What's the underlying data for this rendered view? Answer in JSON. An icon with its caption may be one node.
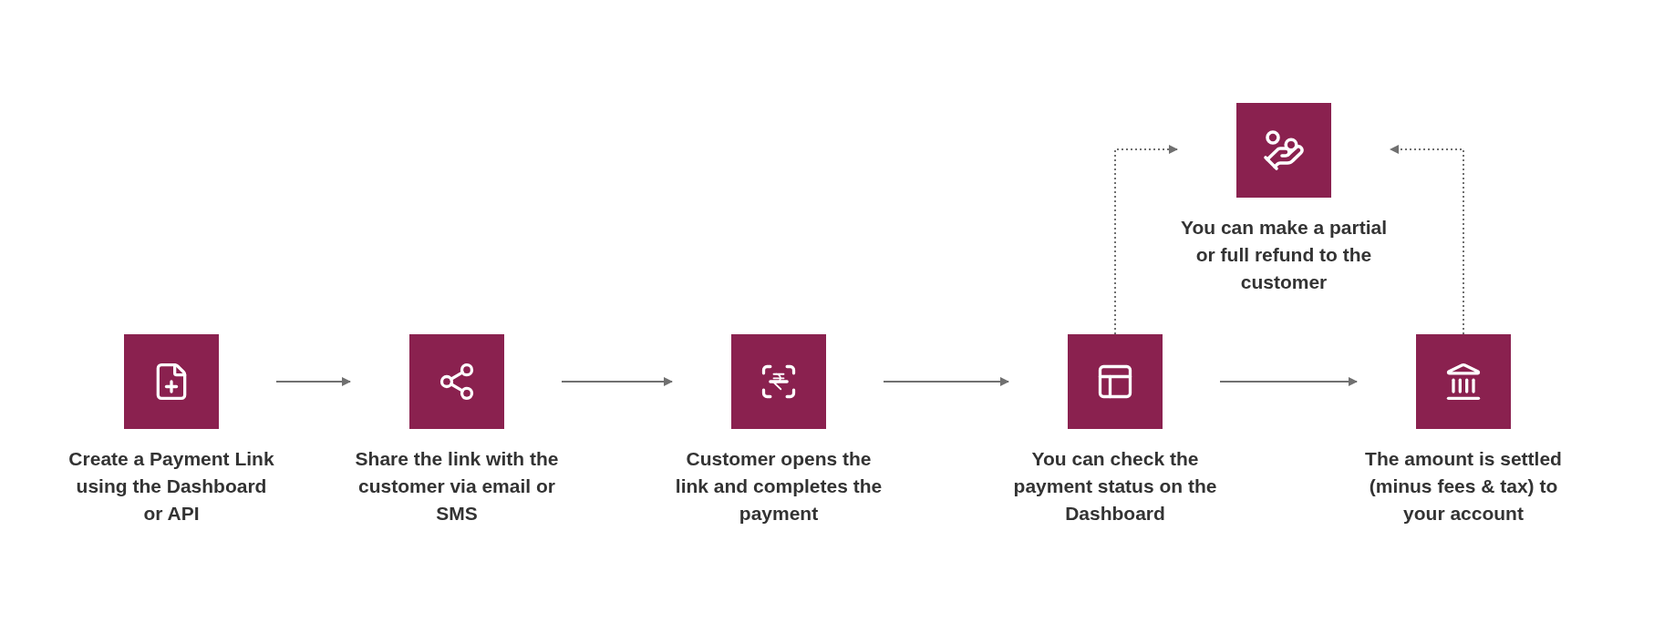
{
  "diagram": {
    "nodes": [
      {
        "text": [
          "Create a Payment Link using the Dashboard or API"
        ]
      },
      {
        "text": [
          "Share the link with the customer via email or SMS"
        ]
      },
      {
        "text": [
          "Customer opens the link and completes the payment"
        ]
      },
      {
        "text": [
          "You can check the payment status on the Dashboard"
        ]
      },
      {
        "text": [
          "The amount is settled (minus fees & tax) to your account"
        ]
      },
      {
        "text": [
          "You can make a partial or full refund to the customer"
        ]
      }
    ],
    "edges": [
      {
        "from": 0,
        "to": 1,
        "arrow": "to"
      },
      {
        "from": 1,
        "to": 2,
        "arrow": "to"
      },
      {
        "from": 2,
        "to": 3,
        "arrow": "to"
      },
      {
        "from": 3,
        "to": 4,
        "arrow": "to"
      },
      {
        "from": 3,
        "to": 5,
        "arrow": "to",
        "style": "dashed"
      },
      {
        "from": 4,
        "to": 5,
        "arrow": "to",
        "style": "dashed"
      }
    ]
  }
}
